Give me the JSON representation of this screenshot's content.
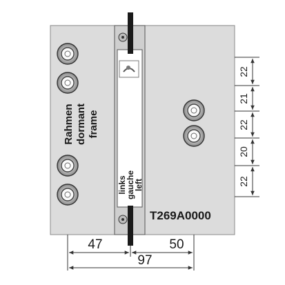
{
  "drawing": {
    "frame_label": [
      "Rahmen",
      "dormant",
      "frame"
    ],
    "side_label": [
      "links",
      "gauche",
      "left"
    ],
    "model": "T269A0000"
  },
  "dimensions": {
    "horizontal": [
      "47",
      "50",
      "97"
    ],
    "vertical": [
      "22",
      "21",
      "22",
      "20",
      "22"
    ]
  },
  "colors": {
    "plate": "#dcdcdc",
    "strip": "#ffffff",
    "pin": "#1a1a1a",
    "outline": "#333333"
  }
}
